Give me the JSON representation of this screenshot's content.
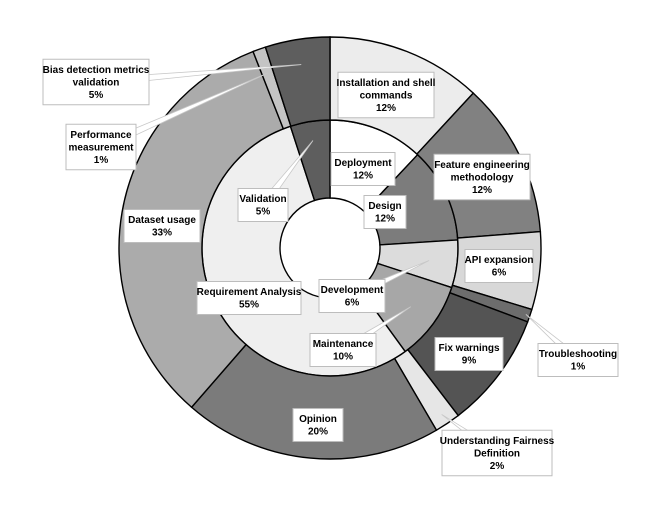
{
  "chart_data": {
    "type": "sunburst",
    "title": "",
    "inner": [
      {
        "name": "Deployment",
        "value": 12,
        "color": "#ffffff"
      },
      {
        "name": "Design",
        "value": 12,
        "color": "#7c7c7c"
      },
      {
        "name": "Development",
        "value": 6,
        "color": "#dcdcdc"
      },
      {
        "name": "Maintenance",
        "value": 10,
        "color": "#a7a7a7"
      },
      {
        "name": "Requirement Analysis",
        "value": 55,
        "color": "#efefef"
      },
      {
        "name": "Validation",
        "value": 5,
        "color": "#5e5e5e"
      }
    ],
    "outer": [
      {
        "name": "Installation and shell commands",
        "value": 12,
        "parent": "Deployment",
        "color": "#ececec"
      },
      {
        "name": "Feature engineering methodology",
        "value": 12,
        "parent": "Design",
        "color": "#818181"
      },
      {
        "name": "API expansion",
        "value": 6,
        "parent": "Development",
        "color": "#d8d8d8"
      },
      {
        "name": "Troubleshooting",
        "value": 1,
        "parent": "Maintenance",
        "color": "#6d6d6d"
      },
      {
        "name": "Fix warnings",
        "value": 9,
        "parent": "Maintenance",
        "color": "#545454"
      },
      {
        "name": "Understanding Fairness Definition",
        "value": 2,
        "parent": "Requirement Analysis",
        "color": "#e6e6e6"
      },
      {
        "name": "Opinion",
        "value": 20,
        "parent": "Requirement Analysis",
        "color": "#7b7b7b"
      },
      {
        "name": "Dataset usage",
        "value": 33,
        "parent": "Requirement Analysis",
        "color": "#ababab"
      },
      {
        "name": "Performance measurement",
        "value": 1,
        "parent": "Validation",
        "color": "#c4c4c4"
      },
      {
        "name": "Bias detection metrics validation",
        "value": 5,
        "parent": "Validation",
        "color": "#5e5e5e"
      }
    ],
    "labels": [
      {
        "ring": "inner",
        "index": 0,
        "lines": [
          "Deployment",
          "12%"
        ]
      },
      {
        "ring": "inner",
        "index": 1,
        "lines": [
          "Design",
          "12%"
        ]
      },
      {
        "ring": "inner",
        "index": 2,
        "lines": [
          "Development",
          "6%"
        ]
      },
      {
        "ring": "inner",
        "index": 3,
        "lines": [
          "Maintenance",
          "10%"
        ]
      },
      {
        "ring": "inner",
        "index": 4,
        "lines": [
          "Requirement Analysis",
          "55%"
        ]
      },
      {
        "ring": "inner",
        "index": 5,
        "lines": [
          "Validation",
          "5%"
        ]
      },
      {
        "ring": "outer",
        "index": 0,
        "lines": [
          "Installation and shell",
          "commands",
          "12%"
        ]
      },
      {
        "ring": "outer",
        "index": 1,
        "lines": [
          "Feature engineering",
          "methodology",
          "12%"
        ]
      },
      {
        "ring": "outer",
        "index": 2,
        "lines": [
          "API expansion",
          "6%"
        ]
      },
      {
        "ring": "outer",
        "index": 3,
        "lines": [
          "Troubleshooting",
          "1%"
        ]
      },
      {
        "ring": "outer",
        "index": 4,
        "lines": [
          "Fix warnings",
          "9%"
        ]
      },
      {
        "ring": "outer",
        "index": 5,
        "lines": [
          "Understanding Fairness",
          "Definition",
          "2%"
        ]
      },
      {
        "ring": "outer",
        "index": 6,
        "lines": [
          "Opinion",
          "20%"
        ]
      },
      {
        "ring": "outer",
        "index": 7,
        "lines": [
          "Dataset usage",
          "33%"
        ]
      },
      {
        "ring": "outer",
        "index": 8,
        "lines": [
          "Performance",
          "measurement",
          "1%"
        ]
      },
      {
        "ring": "outer",
        "index": 9,
        "lines": [
          "Bias detection metrics",
          "validation",
          "5%"
        ]
      }
    ]
  }
}
